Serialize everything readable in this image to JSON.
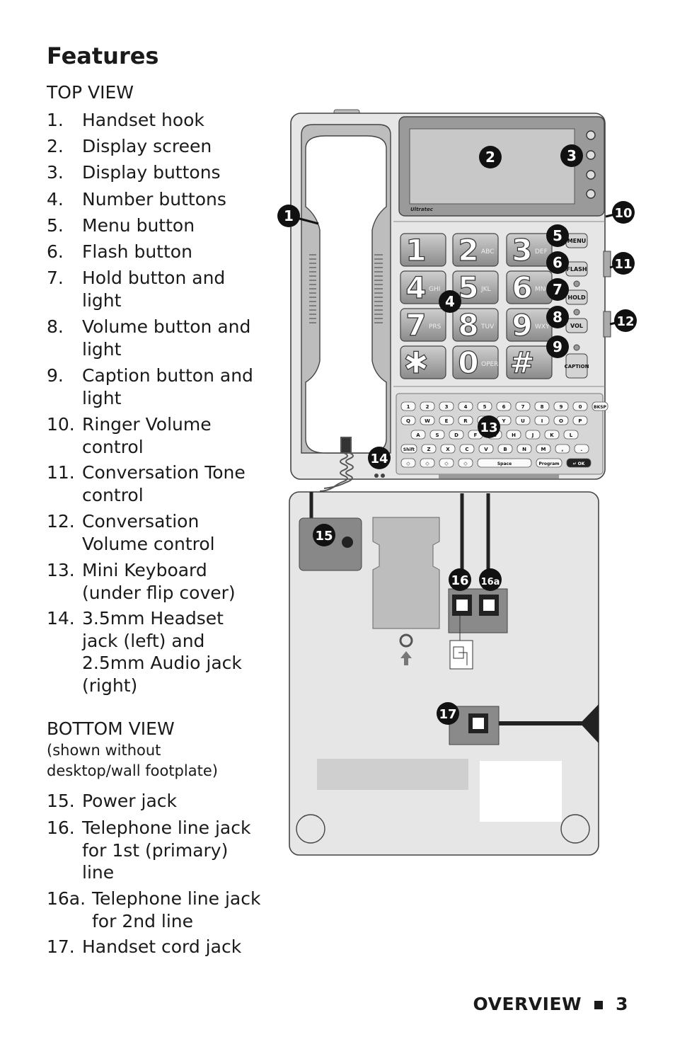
{
  "page_title": "Features",
  "top_view": {
    "heading": "TOP VIEW",
    "items": [
      {
        "num": "1.",
        "text": "Handset hook"
      },
      {
        "num": "2.",
        "text": "Display screen"
      },
      {
        "num": "3.",
        "text": "Display buttons"
      },
      {
        "num": "4.",
        "text": "Number buttons"
      },
      {
        "num": "5.",
        "text": "Menu button"
      },
      {
        "num": "6.",
        "text": "Flash button"
      },
      {
        "num": "7.",
        "text": "Hold button and light"
      },
      {
        "num": "8.",
        "text": "Volume button and light"
      },
      {
        "num": "9.",
        "text": "Caption button and light"
      },
      {
        "num": "10.",
        "text": "Ringer Volume control"
      },
      {
        "num": "11.",
        "text": "Conversation Tone control"
      },
      {
        "num": "12.",
        "text": "Conversation Volume control"
      },
      {
        "num": "13.",
        "text": "Mini Keyboard (under flip cover)"
      },
      {
        "num": "14.",
        "text": "3.5mm Headset jack (left) and 2.5mm Audio jack (right)"
      }
    ]
  },
  "bottom_view": {
    "heading": "BOTTOM VIEW",
    "note": "(shown without desktop/wall footplate)",
    "items": [
      {
        "num": "15.",
        "text": "Power jack"
      },
      {
        "num": "16.",
        "text": "Telephone line jack for 1st (primary) line"
      },
      {
        "num": "16a.",
        "text": "Telephone line jack for 2nd line"
      },
      {
        "num": "17.",
        "text": "Handset cord jack"
      }
    ]
  },
  "footer": {
    "section": "OVERVIEW",
    "page_number": "3"
  },
  "diagram": {
    "brand": "Ultratec",
    "callouts": [
      "1",
      "2",
      "3",
      "4",
      "5",
      "6",
      "7",
      "8",
      "9",
      "10",
      "11",
      "12",
      "13",
      "14",
      "15",
      "16",
      "16a",
      "17"
    ],
    "keypad": [
      {
        "digit": "1",
        "letters": ""
      },
      {
        "digit": "2",
        "letters": "ABC"
      },
      {
        "digit": "3",
        "letters": "DEF"
      },
      {
        "digit": "4",
        "letters": "GHI"
      },
      {
        "digit": "5",
        "letters": "JKL"
      },
      {
        "digit": "6",
        "letters": "MNO"
      },
      {
        "digit": "7",
        "letters": "PRS"
      },
      {
        "digit": "8",
        "letters": "TUV"
      },
      {
        "digit": "9",
        "letters": "WXY"
      },
      {
        "digit": "✱",
        "letters": ""
      },
      {
        "digit": "0",
        "letters": "OPER"
      },
      {
        "digit": "#",
        "letters": ""
      }
    ],
    "side_buttons": [
      "MENU",
      "FLASH",
      "HOLD",
      "VOL",
      "CAPTION"
    ],
    "keyboard_rows": [
      [
        "1",
        "2",
        "3",
        "4",
        "5",
        "6",
        "7",
        "8",
        "9",
        "0",
        "BKSP"
      ],
      [
        "Q",
        "W",
        "E",
        "R",
        "T",
        "Y",
        "U",
        "I",
        "O",
        "P"
      ],
      [
        "A",
        "S",
        "D",
        "F",
        "G",
        "H",
        "J",
        "K",
        "L"
      ],
      [
        "Shift",
        "Z",
        "X",
        "C",
        "V",
        "B",
        "N",
        "M",
        ",",
        "."
      ],
      [
        "◇",
        "◇",
        "◇",
        "◇",
        "Space",
        "Program",
        "↵ OK"
      ]
    ]
  }
}
